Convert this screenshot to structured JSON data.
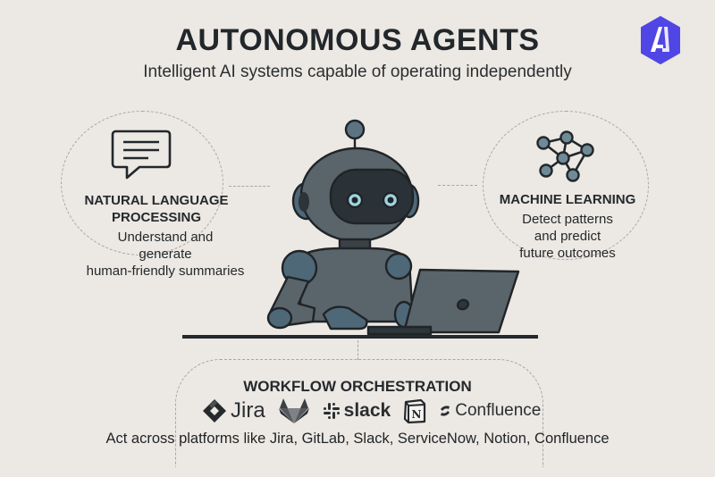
{
  "header": {
    "title": "AUTONOMOUS AGENTS",
    "subtitle": "Intelligent AI systems capable of operating independently",
    "logo_icon": "ai-hexagon-logo",
    "logo_color": "#5046e5"
  },
  "features": {
    "nlp": {
      "icon": "speech-bubble-icon",
      "title_line1": "NATURAL LANGUAGE",
      "title_line2": "PROCESSING",
      "desc_line1": "Understand and",
      "desc_line2": "generate",
      "desc_line3": "human-friendly summaries"
    },
    "ml": {
      "icon": "network-graph-icon",
      "title": "MACHINE LEARNING",
      "desc_line1": "Detect patterns",
      "desc_line2": "and predict",
      "desc_line3": "future outcomes"
    }
  },
  "center": {
    "illustration": "robot-with-laptop",
    "robot_color": "#5a646b",
    "accent_color": "#4e7185",
    "eye_color": "#9fd3e0"
  },
  "orchestration": {
    "title": "WORKFLOW ORCHESTRATION",
    "logos": [
      {
        "name": "Jira",
        "icon": "jira-icon"
      },
      {
        "name": "",
        "icon": "gitlab-icon"
      },
      {
        "name": "slack",
        "icon": "slack-icon"
      },
      {
        "name": "N",
        "icon": "notion-icon"
      },
      {
        "name": "Confluence",
        "icon": "confluence-icon"
      }
    ],
    "description": "Act across platforms like Jira, GitLab, Slack, ServiceNow, Notion, Confluence"
  },
  "colors": {
    "background": "#ece8e3",
    "text": "#22272b",
    "dashed": "#a9a59f"
  }
}
